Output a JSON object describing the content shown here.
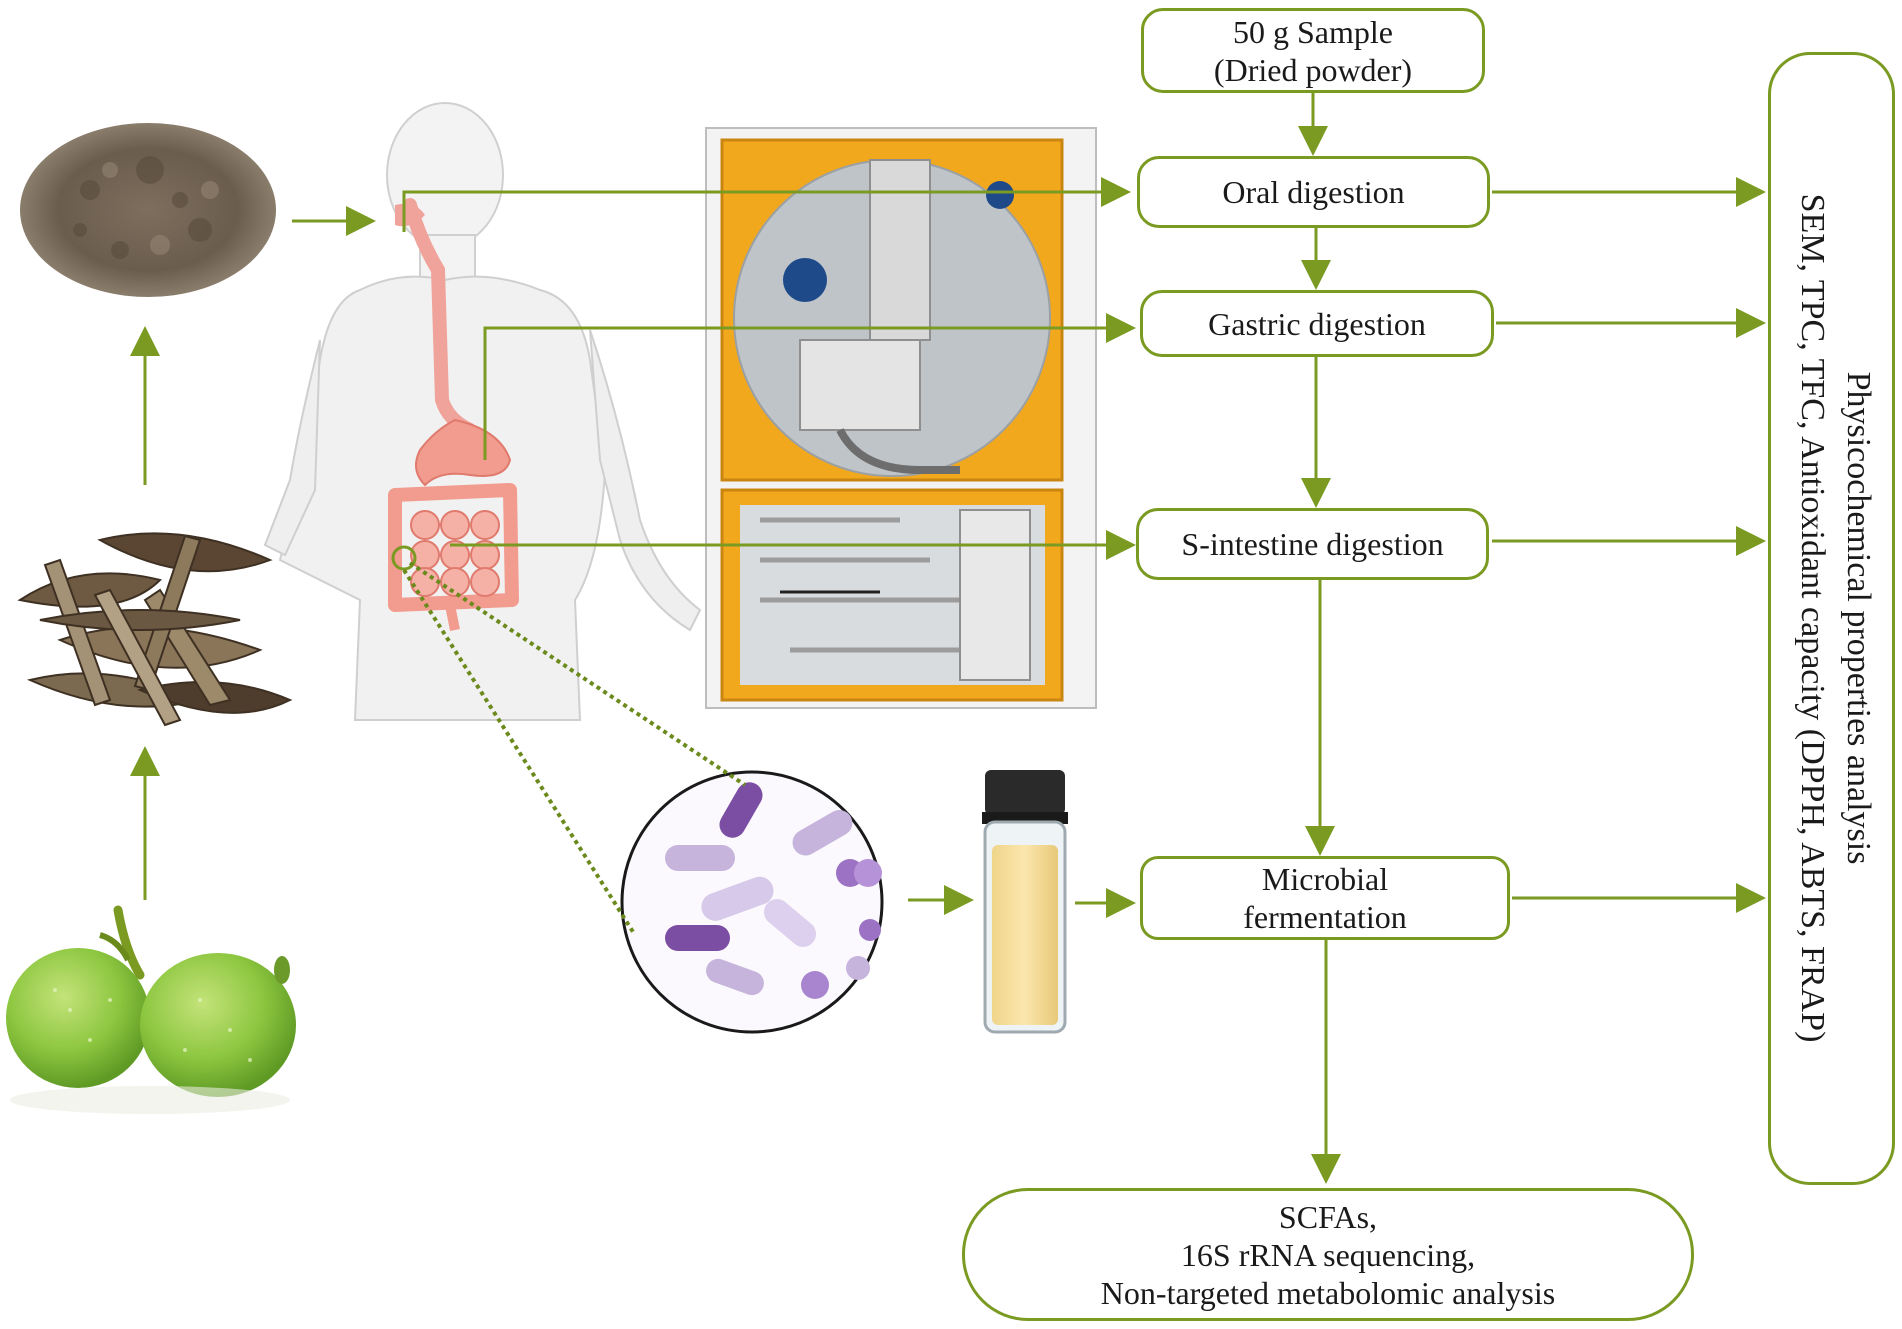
{
  "colors": {
    "arrow": "#7a9a22",
    "box_border": "#7a9a22",
    "text": "#1a1a1a"
  },
  "flow": {
    "sample": {
      "line1": "50 g Sample",
      "line2": "(Dried powder)"
    },
    "oral": "Oral digestion",
    "gastric": "Gastric digestion",
    "intestine": "S-intestine digestion",
    "fermentation": {
      "line1": "Microbial",
      "line2": "fermentation"
    },
    "outputs": {
      "line1": "SCFAs,",
      "line2": "16S rRNA sequencing,",
      "line3": "Non-targeted metabolomic analysis"
    },
    "analysis": {
      "line1": "Physicochemical properties analysis",
      "line2": "SEM, TPC, TFC, Antioxidant capacity (DPPH, ABTS, FRAP)"
    }
  },
  "illustrations": {
    "fresh_walnut_fruit": "green-walnut-fruit",
    "dried_peel": "dried-walnut-green-peel",
    "powder": "peel-powder",
    "human_body": "human-digestive-system",
    "simulator": "in-vitro-digestion-simulator",
    "microbiota": "gut-microbiota-circle",
    "vial": "fermentation-vial"
  }
}
